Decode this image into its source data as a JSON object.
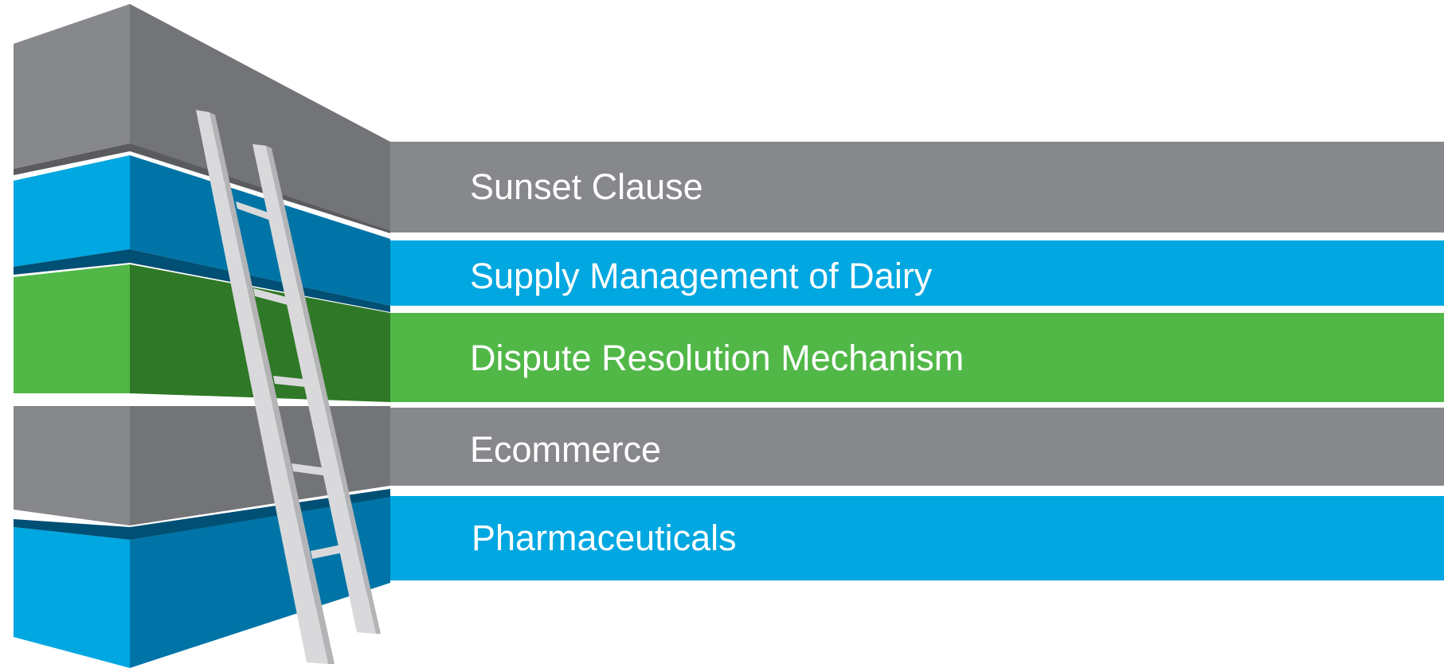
{
  "colors": {
    "gray": "#87888c",
    "gray_dark": "#737477",
    "gray_darker": "#5a5b5e",
    "blue": "#00a7e0",
    "blue_dark": "#0074a6",
    "blue_darker": "#004f74",
    "green": "#51b848",
    "green_dark": "#2f7827",
    "ladder": "#d9d9db",
    "ladder_shadow": "#b4b4b7"
  },
  "layers": [
    {
      "label": "Sunset Clause",
      "color": "gray",
      "icon": "wall-block-icon"
    },
    {
      "label": "Supply Management of Dairy",
      "color": "blue",
      "icon": "wall-block-icon"
    },
    {
      "label": "Dispute Resolution Mechanism",
      "color": "green",
      "icon": "wall-block-icon"
    },
    {
      "label": "Ecommerce",
      "color": "gray",
      "icon": "wall-block-icon"
    },
    {
      "label": "Pharmaceuticals",
      "color": "blue",
      "icon": "wall-block-icon"
    }
  ],
  "ladder": {
    "icon": "ladder-icon"
  }
}
